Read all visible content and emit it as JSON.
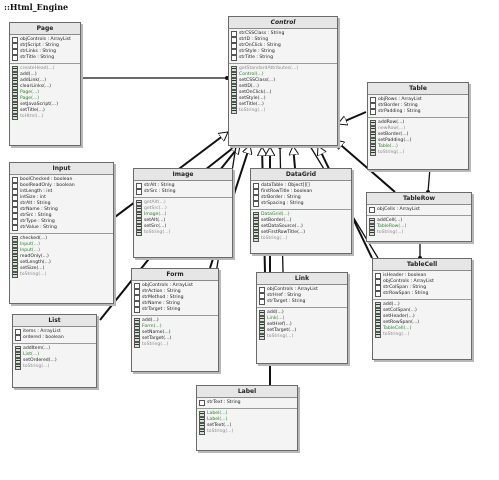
{
  "diagram_title": "::Html_Engine",
  "colors": {
    "line": "#111111",
    "box_fill": "#f4f4f4",
    "title_fill": "#e6e6e6"
  },
  "classes": {
    "page": {
      "name": "Page",
      "attributes": [
        "objControls : ArrayList",
        "strJScript : String",
        "strLinks : String",
        "strTitle : String"
      ],
      "methods": [
        "createHead(...)",
        "add(...)",
        "addLink(...)",
        "clearLinks(...)",
        "Page(...)",
        "Page(...)",
        "setJavaScript(...)",
        "setTitle(...)",
        "toHtml(...)"
      ]
    },
    "control": {
      "name": "Control",
      "attributes": [
        "strCSSClass : String",
        "strID : String",
        "strOnClick : String",
        "strStyle : String",
        "strTitle : String"
      ],
      "methods": [
        "getStandardAttributes(...)",
        "Control(...)",
        "setCSSClass(...)",
        "setID(...)",
        "setOnClick(...)",
        "setStyle(...)",
        "setTitle(...)",
        "toString(...)"
      ]
    },
    "table": {
      "name": "Table",
      "attributes": [
        "objRows : ArrayList",
        "strBorder : String",
        "strPadding : String"
      ],
      "methods": [
        "addRow(...)",
        "newRow(...)",
        "setBorder(...)",
        "setPadding(...)",
        "Table(...)",
        "toString(...)"
      ]
    },
    "input": {
      "name": "Input",
      "attributes": [
        "boolChecked : boolean",
        "boolReadOnly : boolean",
        "intLength : int",
        "intSize : int",
        "strAlt : String",
        "strName : String",
        "strSrc : String",
        "strType : String",
        "strValue : String"
      ],
      "methods": [
        "checked(...)",
        "Input(...)",
        "Input(...)",
        "readOnly(...)",
        "setLength(...)",
        "setSize(...)",
        "toString(...)"
      ]
    },
    "image": {
      "name": "Image",
      "attributes": [
        "strAlt : String",
        "strSrc : String"
      ],
      "methods": [
        "getAlt(...)",
        "getSrc(...)",
        "Image(...)",
        "setAlt(...)",
        "setSrc(...)",
        "toString(...)"
      ]
    },
    "datagrid": {
      "name": "DataGrid",
      "attributes": [
        "dataTable : Object[][]",
        "firstRowTitle : boolean",
        "strBorder : String",
        "strSpacing : String"
      ],
      "methods": [
        "DataGrid(...)",
        "setBorder(...)",
        "setDataSource(...)",
        "setFirstRowTitle(...)",
        "toString(...)"
      ]
    },
    "tablerow": {
      "name": "TableRow",
      "attributes": [
        "objCells : ArrayList"
      ],
      "methods": [
        "addCell(...)",
        "TableRow(...)",
        "toString(...)"
      ]
    },
    "tablecell": {
      "name": "TableCell",
      "attributes": [
        "isHeader : boolean",
        "objControls : ArrayList",
        "strColSpan : String",
        "strRowSpan : String"
      ],
      "methods": [
        "add(...)",
        "setColSpan(...)",
        "setHeader(...)",
        "setRowSpan(...)",
        "TableCell(...)",
        "toString(...)"
      ]
    },
    "form": {
      "name": "Form",
      "attributes": [
        "objControls : ArrayList",
        "strAction : String",
        "strMethod : String",
        "strName : String",
        "strTarget : String"
      ],
      "methods": [
        "add(...)",
        "Form(...)",
        "setName(...)",
        "setTarget(...)",
        "toString(...)"
      ]
    },
    "link": {
      "name": "Link",
      "attributes": [
        "objControls : ArrayList",
        "strHref : String",
        "strTarget : String"
      ],
      "methods": [
        "add(...)",
        "Link(...)",
        "setHref(...)",
        "setTarget(...)",
        "toString(...)"
      ]
    },
    "list": {
      "name": "List",
      "attributes": [
        "items : ArrayList",
        "ordered : boolean"
      ],
      "methods": [
        "addItem(...)",
        "List(...)",
        "setOrdered(...)",
        "toString(...)"
      ]
    },
    "label": {
      "name": "Label",
      "attributes": [
        "strText : String"
      ],
      "methods": [
        "Label(...)",
        "Label(...)",
        "setText(...)",
        "toString(...)"
      ]
    }
  }
}
